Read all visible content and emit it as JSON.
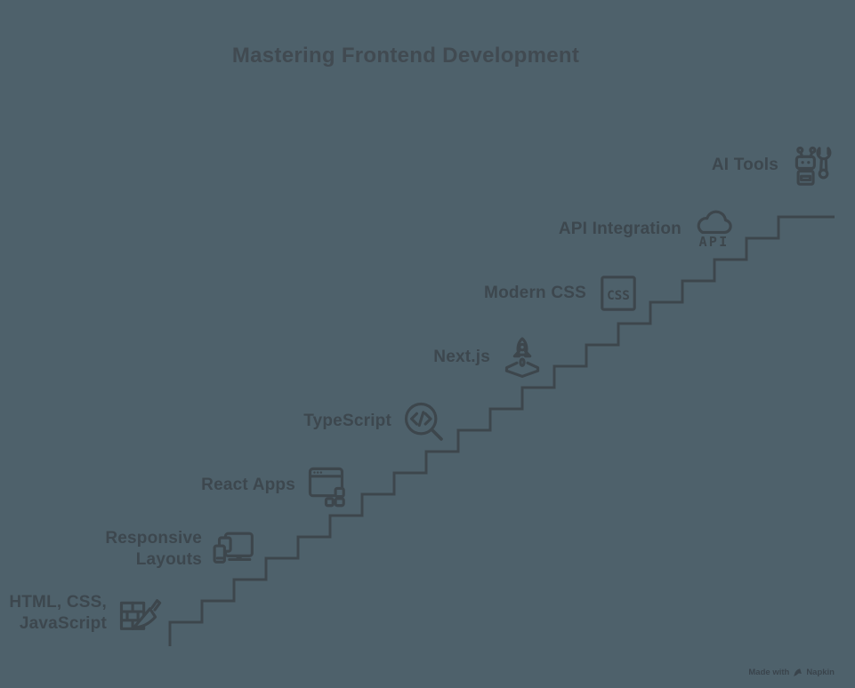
{
  "title": "Mastering Frontend Development",
  "colors": {
    "background": "#4e616b",
    "line": "#3d464c",
    "text": "#3d474e"
  },
  "steps": [
    {
      "label": "HTML, CSS,\nJavaScript",
      "icon": "bricks-trowel-icon"
    },
    {
      "label": "Responsive\nLayouts",
      "icon": "responsive-devices-icon"
    },
    {
      "label": "React Apps",
      "icon": "browser-components-icon"
    },
    {
      "label": "TypeScript",
      "icon": "code-search-icon"
    },
    {
      "label": "Next.js",
      "icon": "rocket-launch-icon"
    },
    {
      "label": "Modern CSS",
      "icon": "css-box-icon"
    },
    {
      "label": "API Integration",
      "icon": "api-cloud-icon"
    },
    {
      "label": "AI Tools",
      "icon": "robot-wrench-icon"
    }
  ],
  "icon_labels": {
    "css": "CSS",
    "api": "API"
  },
  "footer": {
    "made_with": "Made with",
    "brand": "Napkin"
  }
}
